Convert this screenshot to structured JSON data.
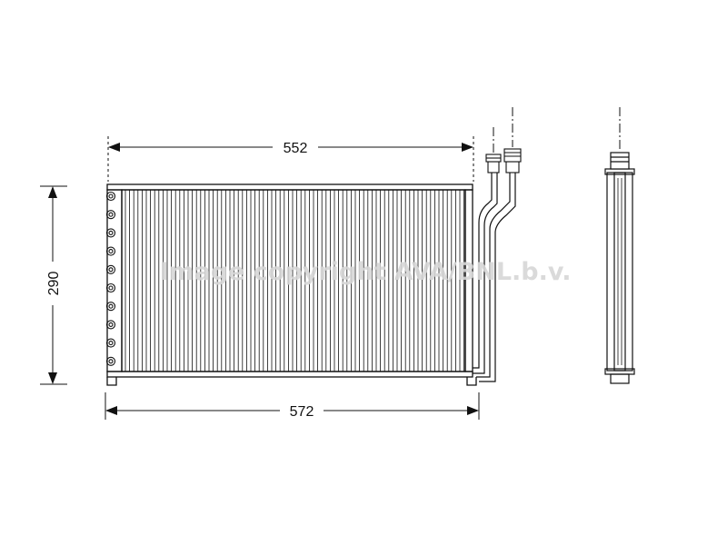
{
  "dimensions": {
    "core_width": "552",
    "overall_width": "572",
    "height": "290"
  },
  "watermark": "Image copyright AVA/BNL.b.v.",
  "colors": {
    "line": "#111111",
    "watermark": "#d7d7d7"
  }
}
